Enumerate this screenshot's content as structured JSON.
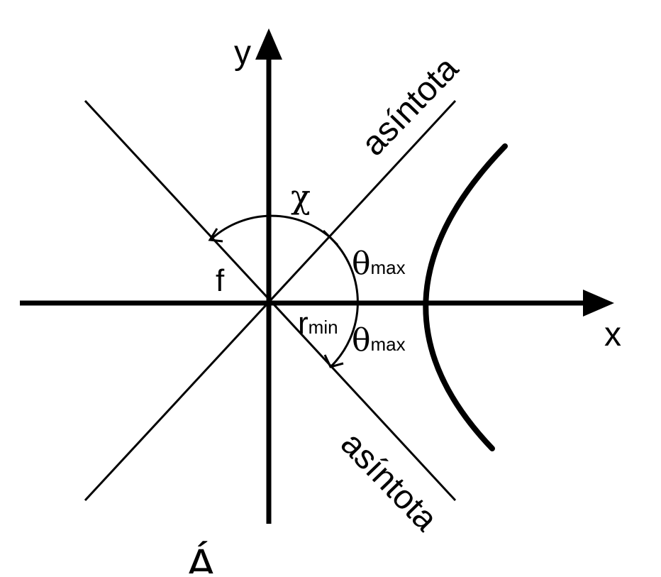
{
  "labels": {
    "x_axis": "x",
    "y_axis": "y",
    "asymptote_upper": "asíntota",
    "asymptote_lower": "asíntota",
    "chi": "χ",
    "f": "f",
    "theta_symbol": "θ",
    "theta_sub": "max",
    "theta_lower_symbol": "θ",
    "theta_lower_sub": "max",
    "r_symbol": "r",
    "r_sub": "min",
    "bottom_caption": "Á"
  },
  "colors": {
    "stroke": "#000000",
    "background": "#ffffff"
  }
}
